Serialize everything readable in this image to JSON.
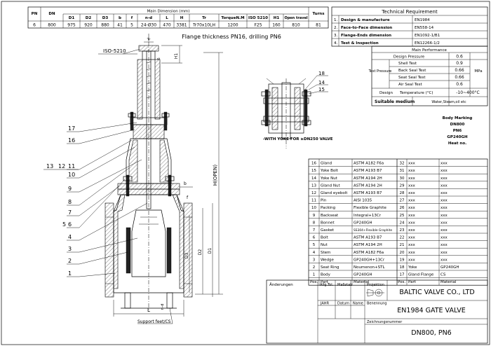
{
  "dimension_table": {
    "main_header": "Main Dimension (mm)",
    "col_headers": [
      "PN",
      "DN",
      "D1",
      "D2",
      "D3",
      "b",
      "f",
      "n-d",
      "L",
      "H",
      "Tr",
      "TorqueN.M",
      "ISO 5210",
      "H1",
      "Open travel",
      "Turns"
    ],
    "row": [
      "6",
      "800",
      "975",
      "920",
      "880",
      "41",
      "5",
      "24-Ø30",
      "470",
      "3381",
      "Tr70x10LH",
      "1200",
      "F25",
      "160",
      "810",
      "81"
    ]
  },
  "flange_note": "Flange thickness PN16, drilling PN6",
  "technical_requirement": {
    "title": "Technical Requirement",
    "rows": [
      {
        "no": "1.",
        "label": "Design & manufacture",
        "value": "EN1984"
      },
      {
        "no": "2.",
        "label": "Face-to-Face dimension",
        "value": "EN558-14"
      },
      {
        "no": "3.",
        "label": "Flange-Ends dimension",
        "value": "EN1092-1/B1"
      },
      {
        "no": "4.",
        "label": "Test & Inspection",
        "value": "EN12266-1/2"
      }
    ]
  },
  "performance": {
    "title": "Main Performance",
    "design_pressure_label": "Design Pressure",
    "design_pressure_value": "0.6",
    "test_pressure_label": "Test Pressure",
    "tests": [
      {
        "label": "Shell Test",
        "value": "0.9"
      },
      {
        "label": "Back Seal Test",
        "value": "0.66"
      },
      {
        "label": "Seat Seal Test",
        "value": "0.66"
      },
      {
        "label": "Air Seal Test",
        "value": "0.6"
      }
    ],
    "unit": "MPa",
    "design_label": "Design",
    "temperature_label": "Temperature (°C)",
    "temperature_value": "-10~400°C",
    "medium_label": "Suitable medium",
    "medium_value": "Water,Steam,oil etc"
  },
  "body_marking": [
    "Body Marking",
    "DN800",
    "PN6",
    "GP240GH",
    "Heat no."
  ],
  "yoke_note": "-WITH YOKE FOR ≥DN250 VALVE",
  "labels": {
    "iso": "ISO-5210",
    "tr": "Tr",
    "h1": "H1",
    "h_open": "H(OPEN)",
    "d1": "D1",
    "d2": "D2",
    "d3": "D3",
    "b": "b",
    "f": "f",
    "l": "L",
    "nd": "n-d",
    "support": "Support feet/CS",
    "six": "6"
  },
  "callouts": {
    "c17": "17",
    "c16": "16",
    "c13": "13",
    "c12": "12",
    "c11": "11",
    "c10": "10",
    "c9": "9",
    "c8": "8",
    "c7": "7",
    "c6": "6",
    "c5": "5",
    "c4": "4",
    "c3": "3",
    "c2": "2",
    "c1": "1",
    "c18": "18",
    "c14": "14",
    "c15": "15"
  },
  "parts_left": [
    {
      "pos": "16",
      "part": "Gland",
      "material": "ASTM A182 F6a"
    },
    {
      "pos": "15",
      "part": "Yoke Bolt",
      "material": "ASTM A193 B7"
    },
    {
      "pos": "14",
      "part": "Yoke Nut",
      "material": "ASTM A194 2H"
    },
    {
      "pos": "13",
      "part": "Gland Nut",
      "material": "ASTM A194 2H"
    },
    {
      "pos": "12",
      "part": "Gland eyebolt",
      "material": "ASTM A193 B7"
    },
    {
      "pos": "11",
      "part": "Pin",
      "material": "AISI 1035"
    },
    {
      "pos": "10",
      "part": "Packing",
      "material": "Flexible Graphite"
    },
    {
      "pos": "9",
      "part": "Backseat",
      "material": "Integral+13Cr"
    },
    {
      "pos": "8",
      "part": "Bonnet",
      "material": "GP240GH"
    },
    {
      "pos": "7",
      "part": "Gasket",
      "material": "SS304+Flexible Graphite"
    },
    {
      "pos": "6",
      "part": "Bolt",
      "material": "ASTM A193 B7"
    },
    {
      "pos": "5",
      "part": "Nut",
      "material": "ASTM A194 2H"
    },
    {
      "pos": "4",
      "part": "Stem",
      "material": "ASTM A182 F6a"
    },
    {
      "pos": "3",
      "part": "Wedge",
      "material": "GP240GH+13Cr"
    },
    {
      "pos": "2",
      "part": "Seat Ring",
      "material": "Noumenon+STL"
    },
    {
      "pos": "1",
      "part": "Body",
      "material": "GP240GH"
    }
  ],
  "parts_right": [
    {
      "pos": "32",
      "part": "xxx",
      "material": "xxx"
    },
    {
      "pos": "31",
      "part": "xxx",
      "material": "xxx"
    },
    {
      "pos": "30",
      "part": "xxx",
      "material": "xxx"
    },
    {
      "pos": "29",
      "part": "xxx",
      "material": "xxx"
    },
    {
      "pos": "28",
      "part": "xxx",
      "material": "xxx"
    },
    {
      "pos": "27",
      "part": "xxx",
      "material": "xxx"
    },
    {
      "pos": "26",
      "part": "xxx",
      "material": "xxx"
    },
    {
      "pos": "25",
      "part": "xxx",
      "material": "xxx"
    },
    {
      "pos": "24",
      "part": "xxx",
      "material": "xxx"
    },
    {
      "pos": "23",
      "part": "xxx",
      "material": "xxx"
    },
    {
      "pos": "22",
      "part": "xxx",
      "material": "xxx"
    },
    {
      "pos": "21",
      "part": "xxx",
      "material": "xxx"
    },
    {
      "pos": "20",
      "part": "xxx",
      "material": "xxx"
    },
    {
      "pos": "19",
      "part": "xxx",
      "material": "xxx"
    },
    {
      "pos": "18",
      "part": "Yoke",
      "material": "GP240GH"
    },
    {
      "pos": "17",
      "part": "Gland Flange",
      "material": "CS"
    }
  ],
  "parts_header": {
    "pos": "Pos.",
    "part": "Part",
    "material": "Material"
  },
  "title_block": {
    "aenderungen": "Änderungen",
    "allg_tol": "Allg.Tol.",
    "massstab": "Maßstab",
    "projektion": "Projektion",
    "company": "BALTIC VALVE CO., LTD",
    "jahr": "JAHR",
    "datum": "Datum",
    "name": "Name",
    "benennung": "Benennung",
    "product": "EN1984 GATE VALVE",
    "zeichnungsnummer": "Zeichnungsnummer",
    "drawing": "DN800, PN6"
  }
}
